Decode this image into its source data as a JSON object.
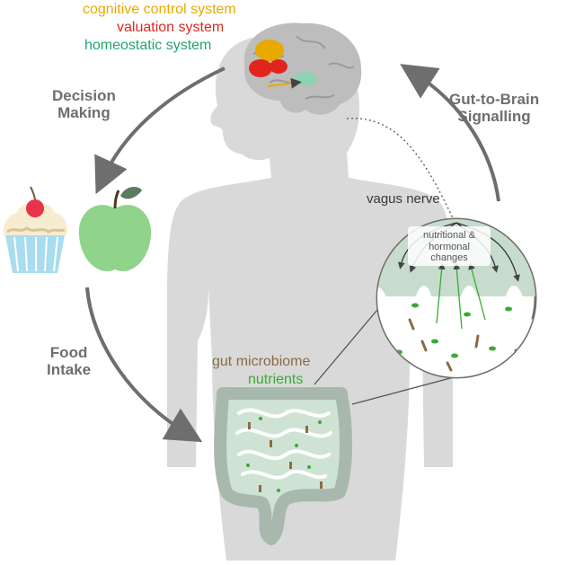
{
  "legend": {
    "cognitive": {
      "label": "cognitive control system",
      "color": "#e8a900"
    },
    "valuation": {
      "label": "valuation system",
      "color": "#e0261c"
    },
    "homeostatic": {
      "label": "homeostatic system",
      "color": "#21a66b"
    }
  },
  "steps": {
    "decision_line1": "Decision",
    "decision_line2": "Making",
    "food_line1": "Food",
    "food_line2": "Intake",
    "gut_brain_line1": "Gut-to-Brain",
    "gut_brain_line2": "Signalling"
  },
  "labels": {
    "vagus_nerve": "vagus nerve",
    "changes_line1": "nutritional &",
    "changes_line2": "hormonal",
    "changes_line3": "changes",
    "gut_microbiome": {
      "text": "gut microbiome",
      "color": "#8b6b45"
    },
    "nutrients": {
      "text": "nutrients",
      "color": "#3aaa35"
    }
  },
  "colors": {
    "body": "#d9d9d9",
    "brain": "#bdbdbd",
    "arrow": "#6e6e6e",
    "gut": "#a9b8ad",
    "gut_inner": "#cfe3d4",
    "apple": "#8fd48a",
    "cupcake_wrapper": "#a8dcef",
    "cherry": "#e8344a"
  }
}
